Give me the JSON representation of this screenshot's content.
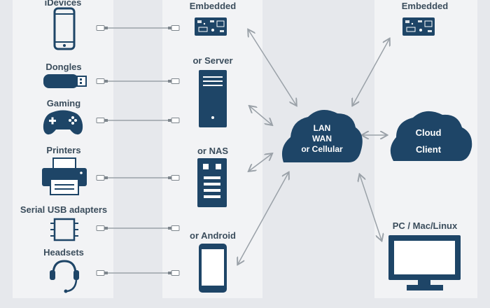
{
  "devices": {
    "idevices": "iDevices",
    "dongles": "Dongles",
    "gaming": "Gaming",
    "printers": "Printers",
    "serial": "Serial USB adapters",
    "headsets": "Headsets"
  },
  "hosts": {
    "embedded": "Embedded",
    "server": "or Server",
    "nas": "or NAS",
    "android": "or Android"
  },
  "network": {
    "line1": "LAN",
    "line2": "WAN",
    "line3": "or Cellular"
  },
  "remote": {
    "embedded": "Embedded",
    "cloud_line1": "Cloud",
    "cloud_line2": "Client",
    "pc": "PC / Mac/Linux"
  },
  "colors": {
    "navy": "#1e4567",
    "panel": "#f2f3f5",
    "background": "#e6e8ec",
    "arrow": "#9aa1a8"
  }
}
